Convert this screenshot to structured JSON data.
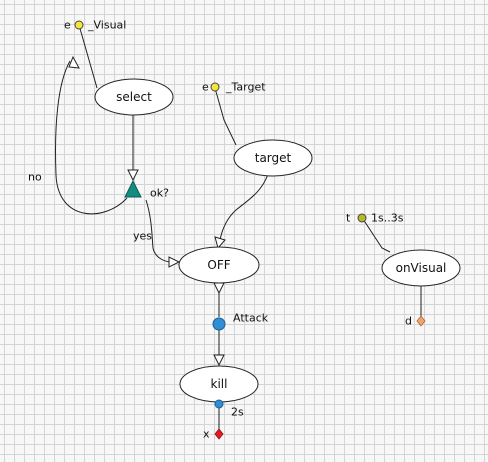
{
  "colors": {
    "event_yellow": "#f5e63c",
    "time_olive": "#b7b728",
    "state_blue": "#2e8fd6",
    "condition_teal": "#148c80",
    "exit_red": "#e61c1c",
    "output_orange": "#f2a56b"
  },
  "diagram": {
    "event_visual": {
      "prefix": "e",
      "name": "_Visual"
    },
    "event_target": {
      "prefix": "e",
      "name": "_Target"
    },
    "timer": {
      "prefix": "t",
      "name": "1s..3s"
    },
    "nodes": {
      "select": "select",
      "target": "target",
      "off": "OFF",
      "kill": "kill",
      "on_visual": "onVisual"
    },
    "condition": {
      "label": "ok?"
    },
    "edge_labels": {
      "no": "no",
      "yes": "yes"
    },
    "attack_label": "Attack",
    "kill_delay": "2s",
    "exit_label": "x",
    "output_label": "d"
  }
}
